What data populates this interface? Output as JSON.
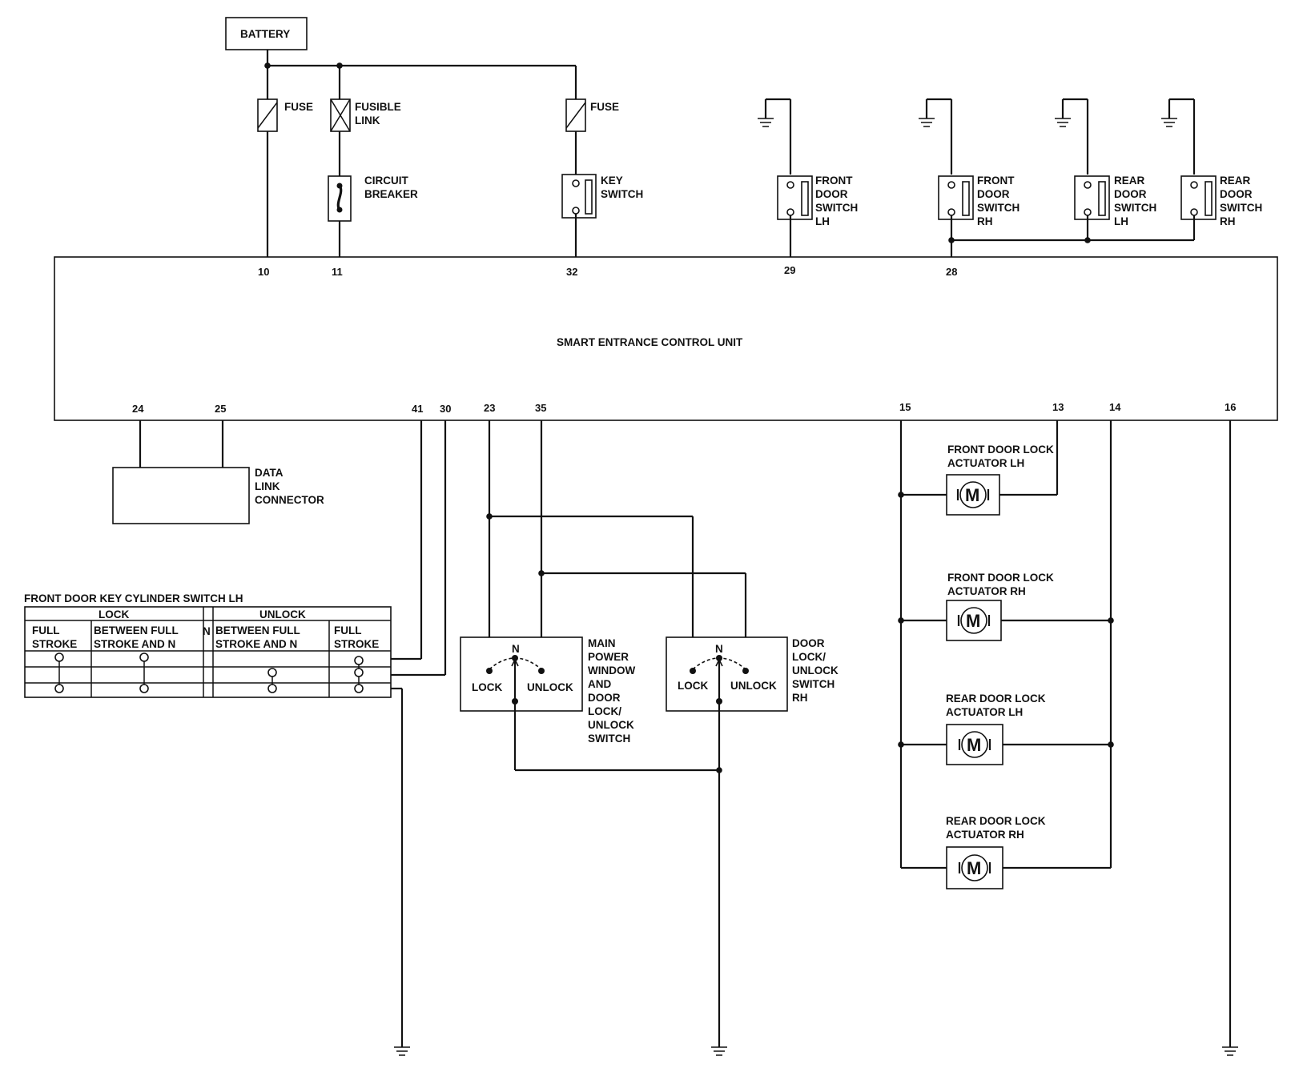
{
  "battery": "BATTERY",
  "fuse_1": "FUSE",
  "fusible_link": [
    "FUSIBLE",
    "LINK"
  ],
  "fuse_2": "FUSE",
  "circuit_breaker": [
    "CIRCUIT",
    "BREAKER"
  ],
  "key_switch": [
    "KEY",
    "SWITCH"
  ],
  "front_door_switch_lh": [
    "FRONT",
    "DOOR",
    "SWITCH",
    "LH"
  ],
  "front_door_switch_rh": [
    "FRONT",
    "DOOR",
    "SWITCH",
    "RH"
  ],
  "rear_door_switch_lh": [
    "REAR",
    "DOOR",
    "SWITCH",
    "LH"
  ],
  "rear_door_switch_rh": [
    "REAR",
    "DOOR",
    "SWITCH",
    "RH"
  ],
  "control_unit": "SMART ENTRANCE CONTROL UNIT",
  "pins_top": [
    "10",
    "11",
    "32",
    "29",
    "28"
  ],
  "pins_bottom": [
    "24",
    "25",
    "41",
    "30",
    "23",
    "35",
    "15",
    "13",
    "14",
    "16"
  ],
  "data_link_connector": [
    "DATA",
    "LINK",
    "CONNECTOR"
  ],
  "key_cylinder_switch": {
    "title": "FRONT DOOR KEY CYLINDER SWITCH LH",
    "lock": "LOCK",
    "unlock": "UNLOCK",
    "n": "N",
    "full_stroke_1": [
      "FULL",
      "STROKE"
    ],
    "between_1": [
      "BETWEEN FULL",
      "STROKE AND N"
    ],
    "between_2": [
      "BETWEEN FULL",
      "STROKE AND N"
    ],
    "full_stroke_2": [
      "FULL",
      "STROKE"
    ]
  },
  "main_switch": {
    "n": "N",
    "lock": "LOCK",
    "unlock": "UNLOCK",
    "label": [
      "MAIN",
      "POWER",
      "WINDOW",
      "AND",
      "DOOR",
      "LOCK/",
      "UNLOCK",
      "SWITCH"
    ]
  },
  "door_lock_switch_rh": {
    "n": "N",
    "lock": "LOCK",
    "unlock": "UNLOCK",
    "label": [
      "DOOR",
      "LOCK/",
      "UNLOCK",
      "SWITCH",
      "RH"
    ]
  },
  "actuators": {
    "fl": [
      "FRONT DOOR LOCK",
      "ACTUATOR LH"
    ],
    "fr": [
      "FRONT DOOR LOCK",
      "ACTUATOR RH"
    ],
    "rl": [
      "REAR DOOR LOCK",
      "ACTUATOR LH"
    ],
    "rr": [
      "REAR DOOR LOCK",
      "ACTUATOR RH"
    ],
    "motor_symbol": "M"
  }
}
